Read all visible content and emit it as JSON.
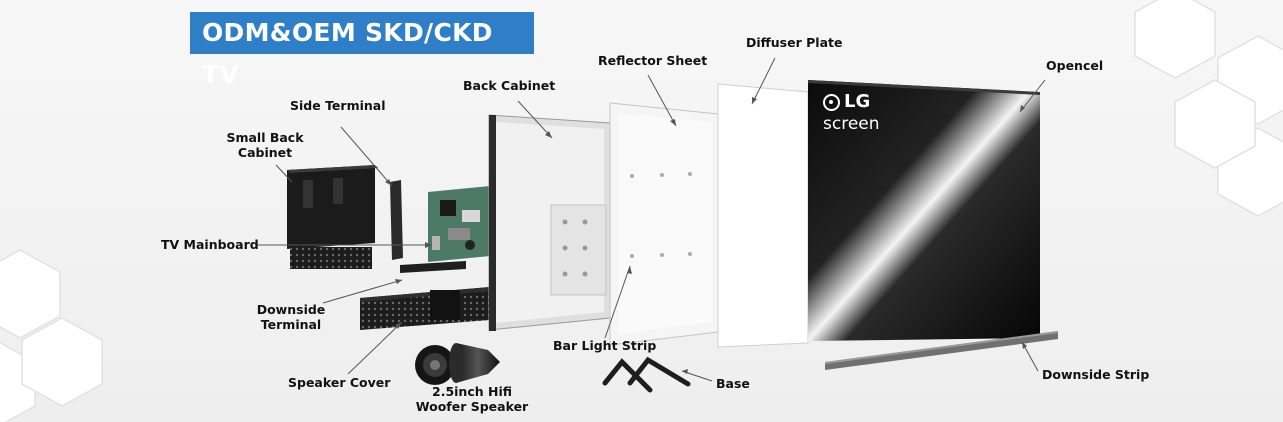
{
  "banner_title": "ODM&OEM SKD/CKD TV",
  "brand": {
    "logo_text": "LG",
    "sub_text": "screen"
  },
  "labels": {
    "side_terminal": "Side Terminal",
    "small_back_cabinet_line1": "Small Back",
    "small_back_cabinet_line2": "Cabinet",
    "tv_mainboard": "TV Mainboard",
    "downside_terminal_line1": "Downside",
    "downside_terminal_line2": "Terminal",
    "speaker_cover": "Speaker Cover",
    "woofer_line1": "2.5inch Hifi",
    "woofer_line2": "Woofer Speaker",
    "back_cabinet": "Back Cabinet",
    "reflector_sheet": "Reflector Sheet",
    "diffuser_plate": "Diffuser Plate",
    "opencel": "Opencel",
    "bar_light_strip": "Bar Light Strip",
    "base": "Base",
    "downside_strip": "Downside Strip"
  },
  "colors": {
    "banner": "#2f7fc8",
    "leader": "#555555",
    "panel": "#0b0b0b"
  }
}
